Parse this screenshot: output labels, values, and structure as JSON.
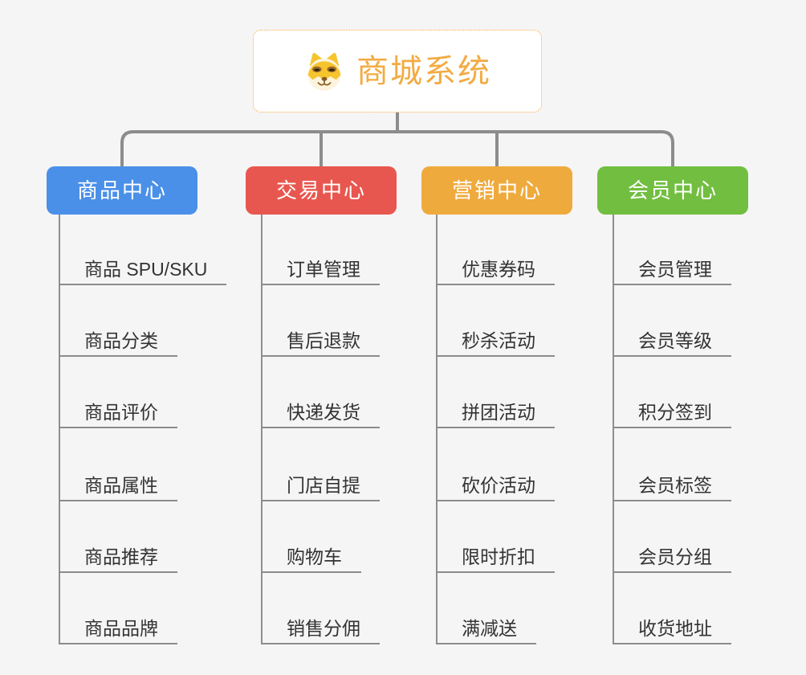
{
  "root": {
    "title": "商城系统",
    "icon": "doge-dog-icon"
  },
  "branches": [
    {
      "label": "商品中心",
      "color": "#4a90e8",
      "children": [
        "商品 SPU/SKU",
        "商品分类",
        "商品评价",
        "商品属性",
        "商品推荐",
        "商品品牌"
      ]
    },
    {
      "label": "交易中心",
      "color": "#e8574f",
      "children": [
        "订单管理",
        "售后退款",
        "快递发货",
        "门店自提",
        "购物车",
        "销售分佣"
      ]
    },
    {
      "label": "营销中心",
      "color": "#efaa3d",
      "children": [
        "优惠券码",
        "秒杀活动",
        "拼团活动",
        "砍价活动",
        "限时折扣",
        "满减送"
      ]
    },
    {
      "label": "会员中心",
      "color": "#72be40",
      "children": [
        "会员管理",
        "会员等级",
        "积分签到",
        "会员标签",
        "会员分组",
        "收货地址"
      ]
    }
  ],
  "colors": {
    "background": "#f5f5f5",
    "root_accent": "#f2ab43",
    "connector_gray": "#8c8c8c",
    "child_text": "#333333",
    "branch_text": "#ffffff"
  }
}
